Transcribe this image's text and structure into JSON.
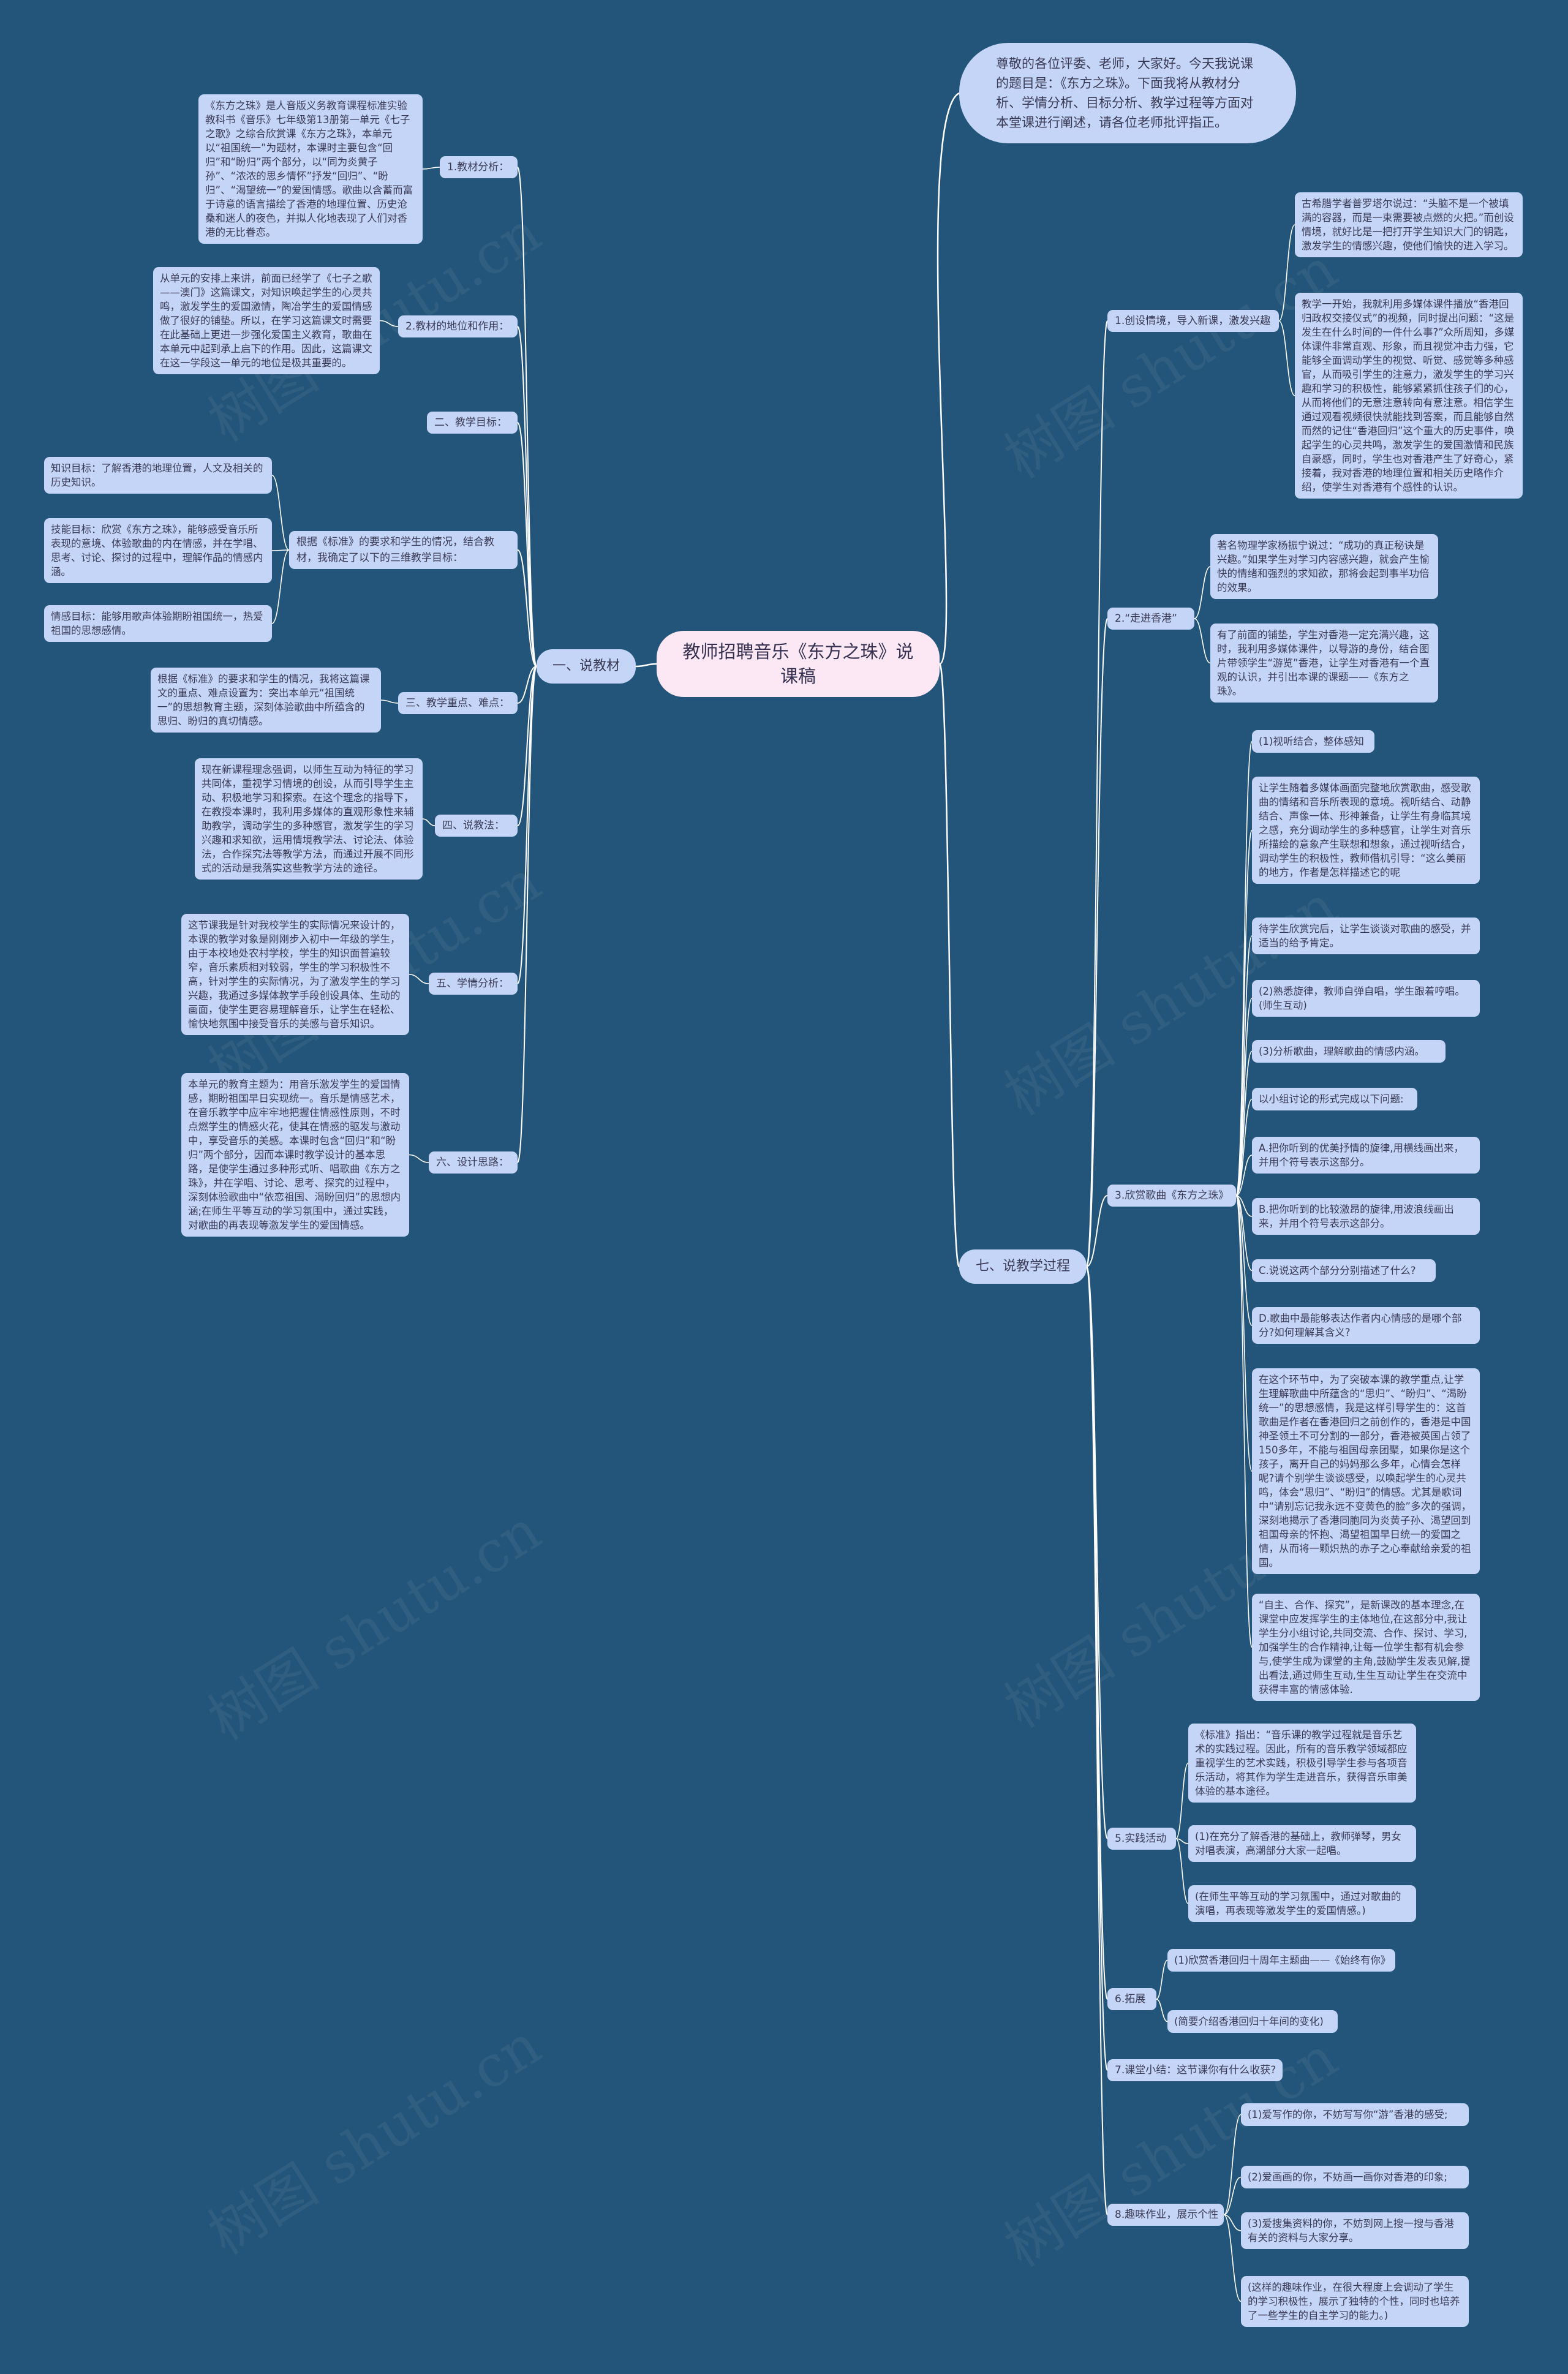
{
  "title": "教师招聘音乐《东方之珠》说课稿",
  "intro": "尊敬的各位评委、老师，大家好。今天我说课的题目是：《东方之珠》。下面我将从教材分析、学情分析、目标分析、教学过程等方面对本堂课进行阐述，请各位老师批评指正。",
  "left": {
    "label": "一、说教材",
    "branches": [
      {
        "label": "1.教材分析：",
        "leaves": [
          "《东方之珠》是人音版义务教育课程标准实验教科书《音乐》七年级第13册第一单元《七子之歌》之综合欣赏课《东方之珠》，本单元以“祖国统一”为题材，本课时主要包含“回归”和“盼归”两个部分，以“同为炎黄子孙”、“浓浓的思乡情怀”抒发“回归”、“盼归”、“渴望统一”的爱国情感。歌曲以含蓄而富于诗意的语言描绘了香港的地理位置、历史沧桑和迷人的夜色，并拟人化地表现了人们对香港的无比眷恋。"
        ]
      },
      {
        "label": "2.教材的地位和作用：",
        "leaves": [
          "从单元的安排上来讲，前面已经学了《七子之歌——澳门》这篇课文，对知识唤起学生的心灵共鸣，激发学生的爱国激情，陶冶学生的爱国情感做了很好的铺垫。所以，在学习这篇课文时需要在此基础上更进一步强化爱国主义教育，歌曲在本单元中起到承上启下的作用。因此，这篇课文在这一学段这一单元的地位是极其重要的。"
        ]
      },
      {
        "label": "二、教学目标：",
        "leaves": []
      },
      {
        "label": "根据《标准》的要求和学生的情况，结合教材，我确定了以下的三维教学目标：",
        "leaves": [
          "知识目标：了解香港的地理位置，人文及相关的历史知识。",
          "技能目标：欣赏《东方之珠》，能够感受音乐所表现的意境、体验歌曲的内在情感，并在学唱、思考、讨论、探讨的过程中，理解作品的情感内涵。",
          "情感目标：能够用歌声体验期盼祖国统一，热爱祖国的思想感情。"
        ]
      },
      {
        "label": "三、教学重点、难点：",
        "leaves": [
          "根据《标准》的要求和学生的情况，我将这篇课文的重点、难点设置为：突出本单元“祖国统一”的思想教育主题，深刻体验歌曲中所蕴含的思归、盼归的真切情感。"
        ]
      },
      {
        "label": "四、说教法：",
        "leaves": [
          "现在新课程理念强调，以师生互动为特征的学习共同体，重视学习情境的创设，从而引导学生主动、积极地学习和探索。在这个理念的指导下，在教授本课时，我利用多媒体的直观形象性来辅助教学，调动学生的多种感官，激发学生的学习兴趣和求知欲，运用情境教学法、讨论法、体验法，合作探究法等教学方法，而通过开展不同形式的活动是我落实这些教学方法的途径。"
        ]
      },
      {
        "label": "五、学情分析：",
        "leaves": [
          "这节课我是针对我校学生的实际情况来设计的，本课的教学对象是刚刚步入初中一年级的学生，由于本校地处农村学校，学生的知识面普遍较窄，音乐素质相对较弱，学生的学习积极性不高，针对学生的实际情况，为了激发学生的学习兴趣，我通过多媒体教学手段创设具体、生动的画面，使学生更容易理解音乐，让学生在轻松、愉快地氛围中接受音乐的美感与音乐知识。"
        ]
      },
      {
        "label": "六、设计思路：",
        "leaves": [
          "本单元的教育主题为：用音乐激发学生的爱国情感，期盼祖国早日实现统一。音乐是情感艺术，在音乐教学中应牢牢地把握住情感性原则，不时点燃学生的情感火花，使其在情感的驱发与激动中，享受音乐的美感。本课时包含“回归”和“盼归”两个部分，因而本课时教学设计的基本思路，是使学生通过多种形式听、唱歌曲《东方之珠》，并在学唱、讨论、思考、探究的过程中，深刻体验歌曲中“依恋祖国、渴盼回归”的思想内涵;在师生平等互动的学习氛围中，通过实践，对歌曲的再表现等激发学生的爱国情感。"
        ]
      }
    ]
  },
  "right": {
    "label": "七、说教学过程",
    "branches": [
      {
        "label": "1.创设情境，导入新课，激发兴趣",
        "leaves": [
          "古希腊学者普罗塔尔说过：“头脑不是一个被填满的容器，而是一束需要被点燃的火把。”而创设情境，就好比是一把打开学生知识大门的钥匙，激发学生的情感兴趣，使他们愉快的进入学习。",
          "教学一开始，我就利用多媒体课件播放“香港回归政权交接仪式”的视频，同时提出问题：“这是发生在什么时间的一件什么事?”众所周知，多媒体课件非常直观、形象，而且视觉冲击力强，它能够全面调动学生的视觉、听觉、感觉等多种感官，从而吸引学生的注意力，激发学生的学习兴趣和学习的积极性，能够紧紧抓住孩子们的心，从而将他们的无意注意转向有意注意。相信学生通过观看视频很快就能找到答案，而且能够自然而然的记住“香港回归”这个重大的历史事件，唤起学生的心灵共鸣，激发学生的爱国激情和民族自豪感，同时，学生也对香港产生了好奇心，紧接着，我对香港的地理位置和相关历史略作介绍，使学生对香港有个感性的认识。"
        ]
      },
      {
        "label": "2.“走进香港”",
        "leaves": [
          "著名物理学家杨振宁说过：“成功的真正秘诀是兴趣。”如果学生对学习内容感兴趣，就会产生愉快的情绪和强烈的求知欲，那将会起到事半功倍的效果。",
          "有了前面的铺垫，学生对香港一定充满兴趣，这时，我利用多媒体课件，以导游的身份，结合图片带领学生“游览”香港，让学生对香港有一个直观的认识，并引出本课的课题——《东方之珠》。"
        ]
      },
      {
        "label": "3.欣赏歌曲《东方之珠》",
        "leaves": [
          "(1)视听结合，整体感知",
          "让学生随着多媒体画面完整地欣赏歌曲，感受歌曲的情绪和音乐所表现的意境。视听结合、动静结合、声像一体、形神兼备，让学生有身临其境之感，充分调动学生的多种感官，让学生对音乐所描绘的意象产生联想和想象，通过视听结合，调动学生的积极性，教师借机引导：“这么美丽的地方，作者是怎样描述它的呢",
          "待学生欣赏完后，让学生谈谈对歌曲的感受，并适当的给予肯定。",
          "(2)熟悉旋律，教师自弹自唱，学生跟着哼唱。(师生互动)",
          "(3)分析歌曲，理解歌曲的情感内涵。",
          "以小组讨论的形式完成以下问题:",
          "A.把你听到的优美抒情的旋律,用横线画出来，并用个符号表示这部分。",
          "B.把你听到的比较激昂的旋律,用波浪线画出来，并用个符号表示这部分。",
          "C.说说这两个部分分别描述了什么?",
          "D.歌曲中最能够表达作者内心情感的是哪个部分?如何理解其含义?",
          "在这个环节中，为了突破本课的教学重点,让学生理解歌曲中所蕴含的“思归”、“盼归”、“渴盼统一”的思想感情，我是这样引导学生的：这首歌曲是作者在香港回归之前创作的，香港是中国神圣领土不可分割的一部分，香港被英国占领了150多年，不能与祖国母亲团聚，如果你是这个孩子，离开自己的妈妈那么多年，心情会怎样呢?请个别学生谈谈感受，以唤起学生的心灵共鸣，体会“思归”、“盼归”的情感。尤其是歌词中“请别忘记我永远不变黄色的脸”多次的强调，深刻地揭示了香港同胞同为炎黄子孙、渴望回到祖国母亲的怀抱、渴望祖国早日统一的爱国之情，从而将一颗炽热的赤子之心奉献给亲爱的祖国。",
          "“自主、合作、探究”，是新课改的基本理念,在课堂中应发挥学生的主体地位,在这部分中,我让学生分小组讨论,共同交流、合作、探讨、学习,加强学生的合作精神,让每一位学生都有机会参与,使学生成为课堂的主角,鼓励学生发表见解,提出看法,通过师生互动,生生互动让学生在交流中获得丰富的情感体验."
        ]
      },
      {
        "label": "5.实践活动",
        "leaves": [
          "《标准》指出：“音乐课的教学过程就是音乐艺术的实践过程。因此，所有的音乐教学领域都应重视学生的艺术实践，积极引导学生参与各项音乐活动，将其作为学生走进音乐，获得音乐审美体验的基本途径。",
          "(1)在充分了解香港的基础上，教师弹琴，男女对唱表演，高潮部分大家一起唱。",
          "(在师生平等互动的学习氛围中，通过对歌曲的演唱，再表现等激发学生的爱国情感。)"
        ]
      },
      {
        "label": "6.拓展",
        "leaves": [
          "(1)欣赏香港回归十周年主题曲——《始终有你》",
          "(简要介绍香港回归十年间的变化)"
        ]
      },
      {
        "label": "7.课堂小结：这节课你有什么收获?",
        "leaves": []
      },
      {
        "label": "8.趣味作业，展示个性",
        "leaves": [
          "(1)爱写作的你，不妨写写你“游”香港的感受;",
          "(2)爱画画的你，不妨画一画你对香港的印象;",
          "(3)爱搜集资料的你，不妨到网上搜一搜与香港有关的资料与大家分享。",
          "(这样的趣味作业，在很大程度上会调动了学生的学习积极性，展示了独特的个性，同时也培养了一些学生的自主学习的能力。)"
        ]
      }
    ]
  },
  "watermark": "树图 shutu.cn",
  "colors": {
    "background": "#23557a",
    "node": "#c4d5f7",
    "root": "#fbe8f4",
    "line": "#ffffff"
  }
}
